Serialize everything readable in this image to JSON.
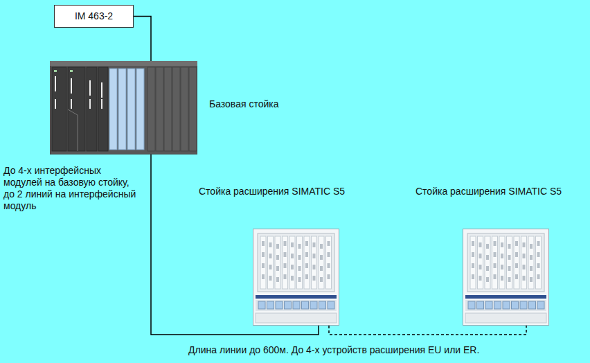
{
  "diagram": {
    "nodes": [
      {
        "text": [
          "IM 463-2"
        ]
      },
      {
        "text": [
          "Базовая стойка"
        ]
      },
      {
        "text": [
          "Стойка расширения SIMATIC S5"
        ]
      },
      {
        "text": [
          "Стойка расширения SIMATIC S5"
        ]
      }
    ],
    "edges": [
      {
        "from": 0,
        "to": 1,
        "arrow": "none"
      },
      {
        "from": 1,
        "to": 2,
        "arrow": "none"
      },
      {
        "from": 2,
        "to": 3,
        "arrow": "none"
      }
    ],
    "labels": [
      "До 4-х интерфейсных модулей на базовую стойку, до 2 линий на интерфейсный модуль",
      "Длина линии до 600м. До 4-х устройств расширения EU или ER."
    ]
  }
}
